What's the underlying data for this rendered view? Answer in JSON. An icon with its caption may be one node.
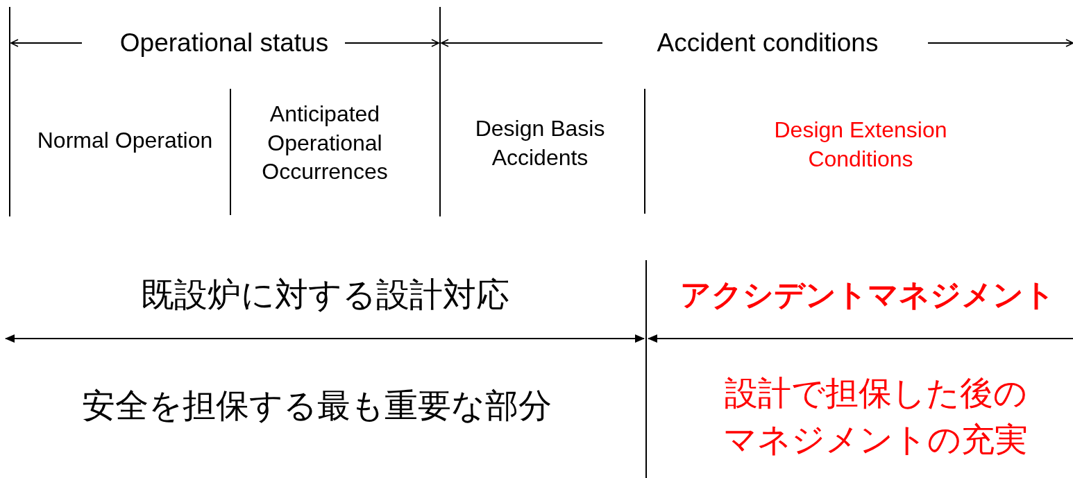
{
  "diagram": {
    "labels": [
      "Operational status",
      "Accident conditions",
      "Normal Operation",
      "Anticipated Operational Occurrences",
      "Design Basis Accidents",
      "Design Extension Conditions",
      "既設炉に対する設計対応",
      "アクシデントマネジメント",
      "安全を担保する最も重要な部分",
      "設計で担保した後のマネジメントの充実"
    ]
  }
}
